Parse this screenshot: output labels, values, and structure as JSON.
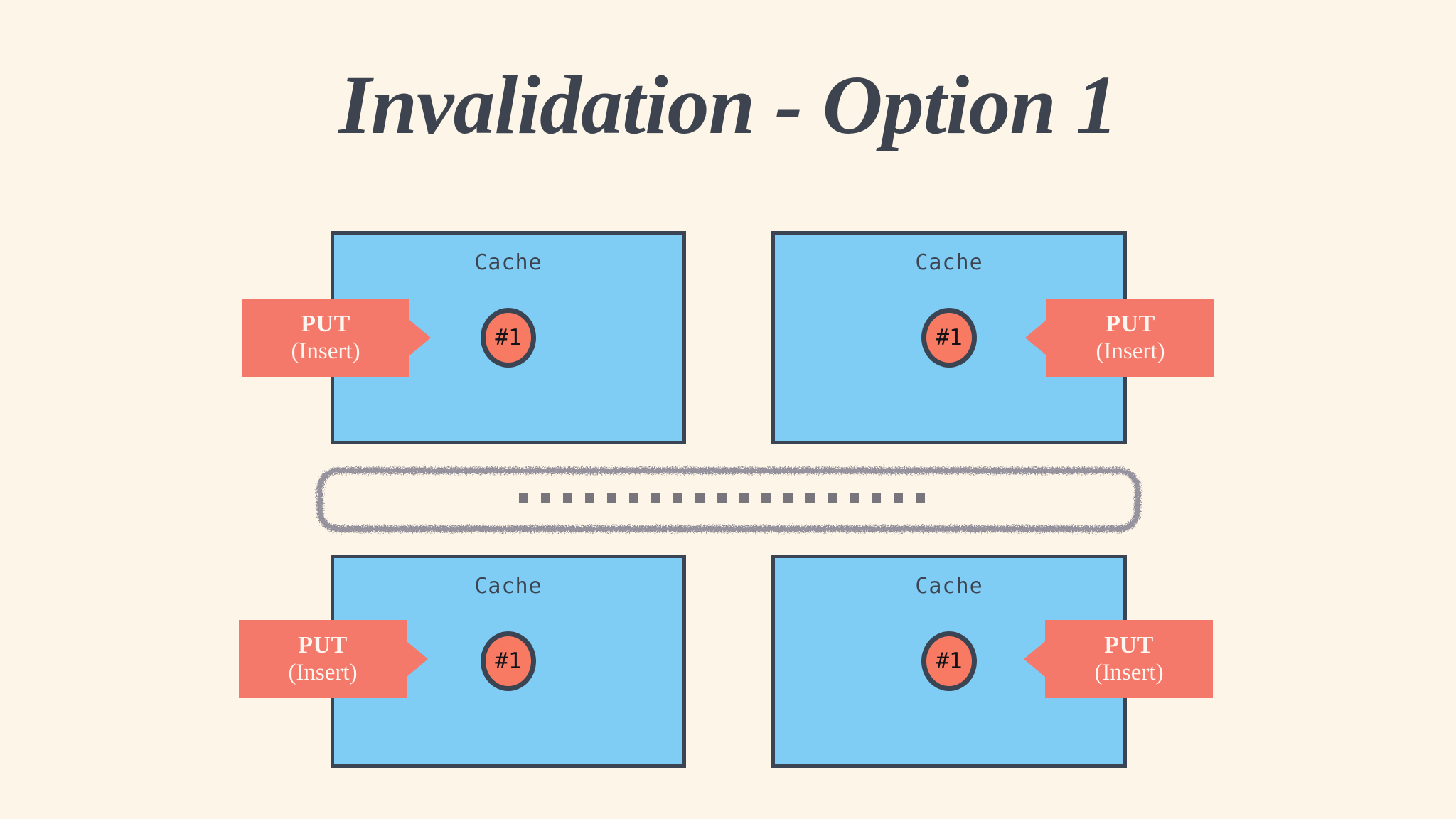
{
  "slide": {
    "title": "Invalidation - Option 1",
    "background_color": "#FDF5E7",
    "title_color": "#3D4450"
  },
  "palette": {
    "cache_fill": "#7FCCF5",
    "cache_border": "#3B4453",
    "entry_fill": "#F97A62",
    "entry_border": "#3B4453",
    "label_fill": "#F4796A",
    "label_text": "#FDF5EF",
    "bus_stroke": "#8E8B96",
    "dash_color": "#78767C",
    "connector_color": "#14151A"
  },
  "caches": [
    {
      "id": "cache-top-left",
      "title": "Cache",
      "entry": {
        "label": "#1"
      },
      "callout": {
        "line1": "PUT",
        "line2": "(Insert)",
        "direction": "right"
      }
    },
    {
      "id": "cache-top-right",
      "title": "Cache",
      "entry": {
        "label": "#1"
      },
      "callout": {
        "line1": "PUT",
        "line2": "(Insert)",
        "direction": "left"
      }
    },
    {
      "id": "cache-bottom-left",
      "title": "Cache",
      "entry": {
        "label": "#1"
      },
      "callout": {
        "line1": "PUT",
        "line2": "(Insert)",
        "direction": "right"
      }
    },
    {
      "id": "cache-bottom-right",
      "title": "Cache",
      "entry": {
        "label": "#1"
      },
      "callout": {
        "line1": "PUT",
        "line2": "(Insert)",
        "direction": "left"
      }
    }
  ],
  "bus": {
    "name": "shared-bus",
    "label": "",
    "dashed_line": true
  },
  "connectors": [
    {
      "id": "connector-top-left"
    },
    {
      "id": "connector-top-right"
    },
    {
      "id": "connector-bottom-left"
    },
    {
      "id": "connector-bottom-right"
    }
  ]
}
